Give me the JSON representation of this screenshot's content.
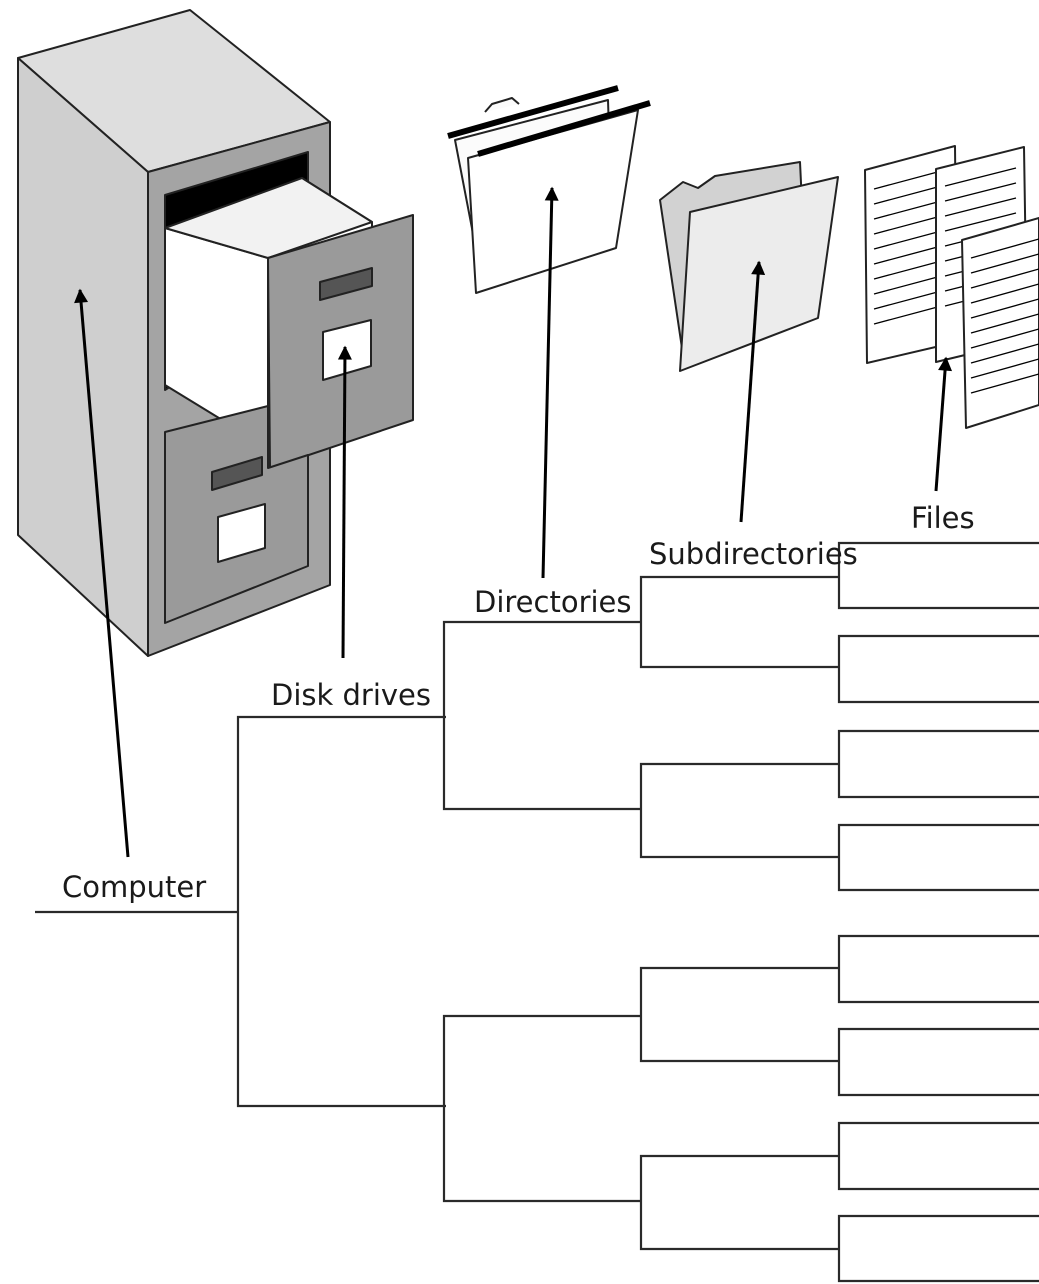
{
  "labels": {
    "computer": "Computer",
    "disk_drives": "Disk drives",
    "directories": "Directories",
    "subdirectories": "Subdirectories",
    "files": "Files"
  },
  "colors": {
    "cabinet_front": "#a4a4a4",
    "cabinet_side": "#cfcfcf",
    "cabinet_top": "#dedede",
    "drawer": "#9a9a9a",
    "lines": "#2a2a2a",
    "arrows": "#000000"
  },
  "icons": [
    "file-cabinet-icon",
    "hanging-folders-icon",
    "manila-folder-icon",
    "document-pages-icon"
  ]
}
